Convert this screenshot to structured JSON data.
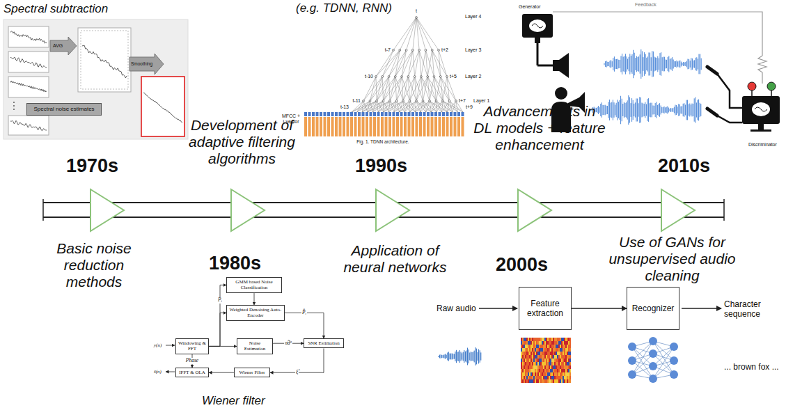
{
  "diagram": {
    "nodes": [
      {
        "text": [
          "Spectral noise estimates"
        ]
      },
      {
        "text": [
          "GMM based Noise Classification"
        ]
      },
      {
        "text": [
          "Weighted Denoising Auto-Encoder"
        ]
      },
      {
        "text": [
          "Windowing & FFT"
        ]
      },
      {
        "text": [
          "Noise Estimation"
        ]
      },
      {
        "text": [
          "SNR Estimation"
        ]
      },
      {
        "text": [
          "Wiener Filter"
        ]
      },
      {
        "text": [
          "IFFT & OLA"
        ]
      },
      {
        "text": [
          "Feature extraction"
        ]
      },
      {
        "text": [
          "Recognizer"
        ]
      }
    ],
    "edges": [
      {
        "from": 3,
        "to": 4,
        "arrow": "to"
      },
      {
        "from": 4,
        "to": 5,
        "label": "σ̂d²",
        "arrow": "to"
      },
      {
        "from": 3,
        "to": 1,
        "label": "Pᵢ",
        "arrow": "to"
      },
      {
        "from": 1,
        "to": 2,
        "arrow": "to"
      },
      {
        "from": 3,
        "to": 2,
        "arrow": "to"
      },
      {
        "from": 2,
        "to": 5,
        "label": "P̂ᵢ",
        "arrow": "to"
      },
      {
        "from": 5,
        "to": 6,
        "label": "ξ̂",
        "arrow": "to"
      },
      {
        "from": 6,
        "to": 7,
        "arrow": "to"
      },
      {
        "from": 3,
        "to": 7,
        "label": "Phase",
        "arrow": "to"
      },
      {
        "from": 8,
        "to": 9,
        "arrow": "to"
      }
    ],
    "labels": [
      "Spectral subtraction",
      "AVG",
      "Smoothing",
      "(e.g. TDNN, RNN)",
      "t",
      "Layer 4",
      "t-7",
      "t+2",
      "Layer 3",
      "t-10",
      "t+5",
      "Layer 2",
      "t-11",
      "t+7",
      "Layer 1",
      "t-13",
      "t+9",
      "MFCC + i-vector",
      "Fig. 1. TDNN architecture.",
      "Generator",
      "Feedback",
      "Discriminator",
      "1970s",
      "Development of adaptive filtering algorithms",
      "1990s",
      "Advancements in DL models + feature enhancement",
      "2010s",
      "Basic noise reduction methods",
      "1980s",
      "Application of neural networks",
      "2000s",
      "Use of GANs for unsupervised audio cleaning",
      "y(n)",
      "ŝ(n)",
      "Wiener filter",
      "Raw audio",
      "Character sequence",
      "... brown fox ..."
    ]
  }
}
